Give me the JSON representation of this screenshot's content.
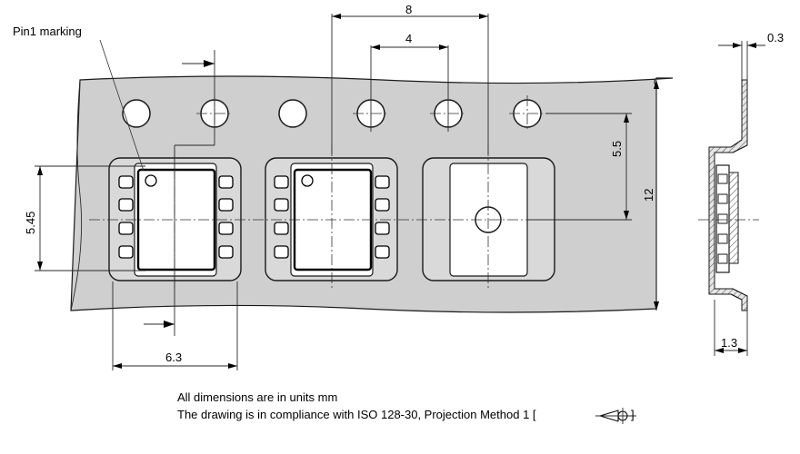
{
  "labels": {
    "pin1": "Pin1 marking",
    "dim_8": "8",
    "dim_4": "4",
    "dim_0_3": "0.3",
    "dim_5_5": "5.5",
    "dim_12": "12",
    "dim_5_45": "5.45",
    "dim_6_3": "6.3",
    "dim_1_3": "1.3"
  },
  "notes": {
    "line1": "All dimensions are in units mm",
    "line2": "The drawing is in compliance with ISO 128-30, Projection Method 1 [",
    "line2_end": "]"
  }
}
